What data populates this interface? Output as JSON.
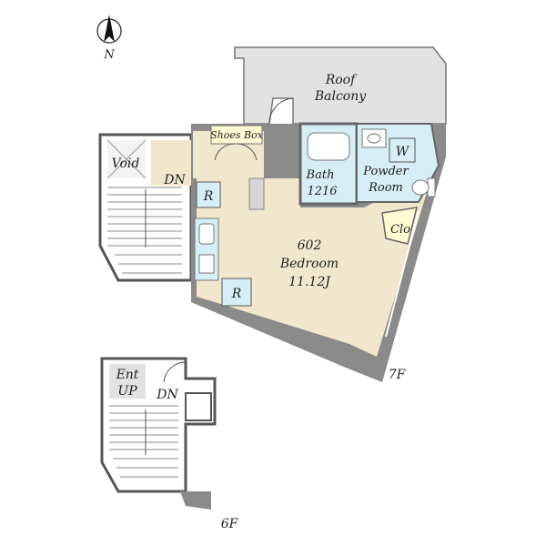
{
  "compass": {
    "label": "N"
  },
  "rooms": {
    "roof_balcony": {
      "line1": "Roof",
      "line2": "Balcony"
    },
    "void": {
      "label": "Void"
    },
    "dn_7f": {
      "label": "DN"
    },
    "shoes_box": {
      "label": "Shoes Box"
    },
    "bath": {
      "line1": "Bath",
      "line2": "1216"
    },
    "washer": {
      "label": "W"
    },
    "powder_room": {
      "line1": "Powder",
      "line2": "Room"
    },
    "closet": {
      "label": "Clo"
    },
    "fridge": {
      "label": "R"
    },
    "refrigerator_2": {
      "label": "R"
    },
    "bedroom": {
      "line1": "602",
      "line2": "Bedroom",
      "line3": "11.12J"
    },
    "entrance": {
      "line1": "Ent",
      "line2": "UP"
    },
    "dn_6f": {
      "label": "DN"
    }
  },
  "floors": {
    "upper": "7F",
    "lower": "6F"
  },
  "colors": {
    "bedroom": "#f1e7cd",
    "wet_area": "#d6eef5",
    "balcony": "#e2e2e2",
    "closet": "#fdfbd2",
    "wall": "#8a8a8a"
  }
}
